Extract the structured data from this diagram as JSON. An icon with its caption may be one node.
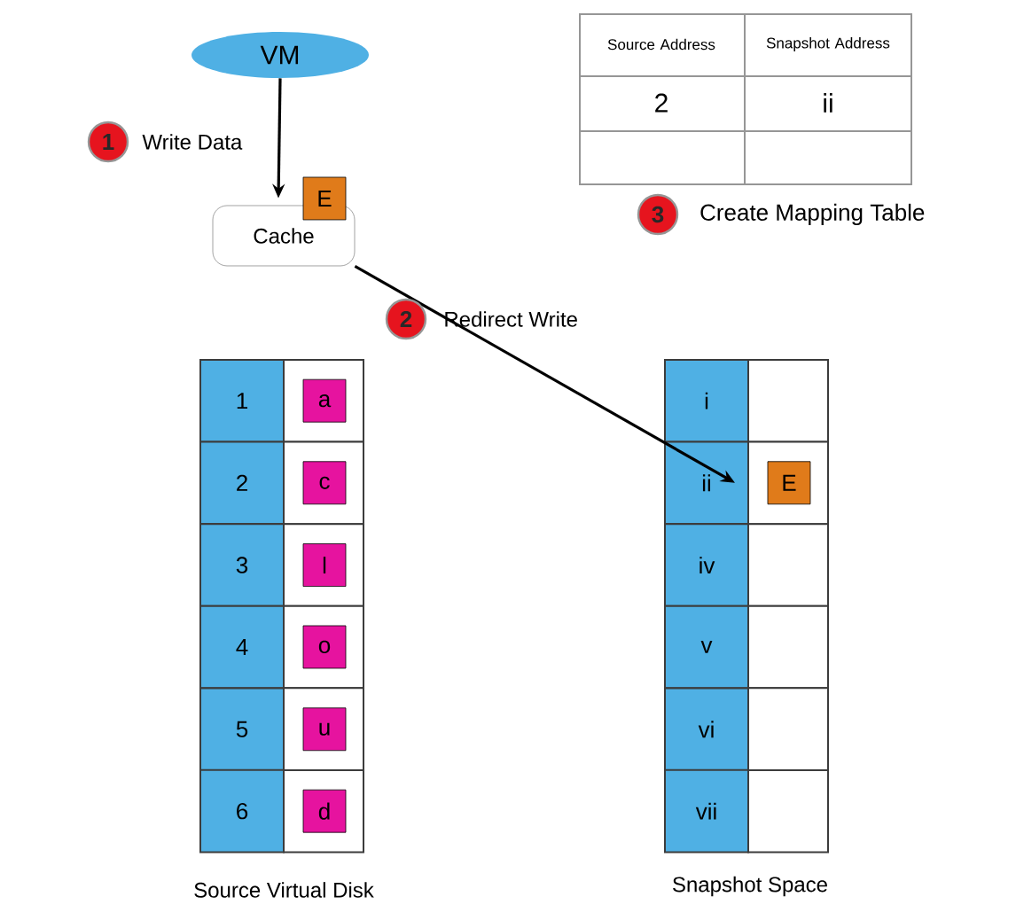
{
  "diagram": {
    "nodes": [
      {
        "text": [
          "VM"
        ]
      },
      {
        "text": [
          "Cache"
        ]
      },
      {
        "text": [
          "E"
        ]
      },
      {
        "text": [
          "1"
        ]
      },
      {
        "text": [
          "2"
        ]
      },
      {
        "text": [
          "3"
        ]
      },
      {
        "text": [
          "4"
        ]
      },
      {
        "text": [
          "5"
        ]
      },
      {
        "text": [
          "6"
        ]
      },
      {
        "text": [
          "a"
        ]
      },
      {
        "text": [
          "c"
        ]
      },
      {
        "text": [
          "l"
        ]
      },
      {
        "text": [
          "o"
        ]
      },
      {
        "text": [
          "u"
        ]
      },
      {
        "text": [
          "d"
        ]
      },
      {
        "text": [
          "i"
        ]
      },
      {
        "text": [
          "ii"
        ]
      },
      {
        "text": [
          "iv"
        ]
      },
      {
        "text": [
          "v"
        ]
      },
      {
        "text": [
          "vi"
        ]
      },
      {
        "text": [
          "vii"
        ]
      },
      {
        "text": [
          "E"
        ]
      }
    ],
    "edges": [
      {
        "from": 0,
        "to": 1,
        "arrow": "to",
        "label": "Write Data"
      },
      {
        "from": 1,
        "to": 16,
        "arrow": "to",
        "label": "Redirect Write"
      }
    ],
    "labels": [
      "Source Address",
      "Snapshot Address",
      "2",
      "ii",
      "1",
      "3",
      "Create Mapping Table",
      "2",
      "Source Virtual Disk",
      "Snapshot Space"
    ]
  }
}
